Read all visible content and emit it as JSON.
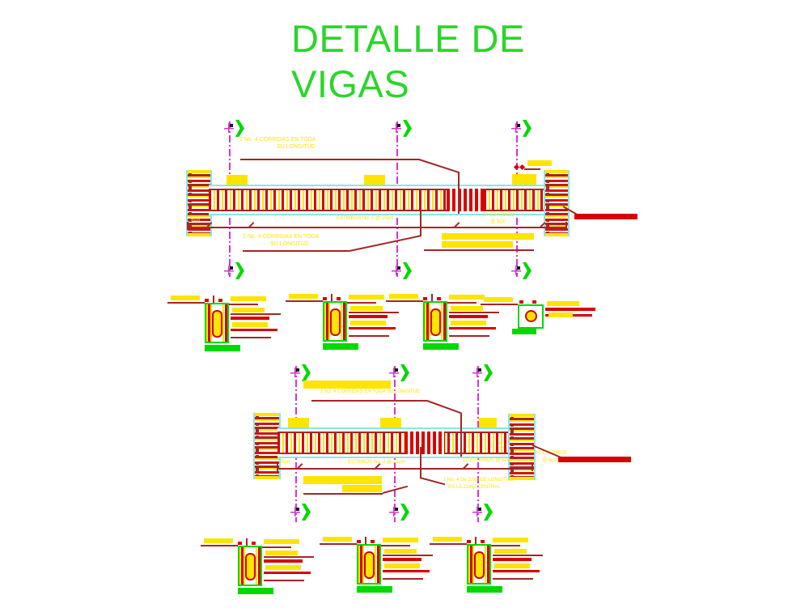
{
  "title": "DETALLE DE\nVIGAS",
  "beam1": {
    "note_top_1": "2 No. 4 CORRIDAS EN TODA",
    "note_top_2": "SU LONGITUD",
    "note_bottom_1": "2 No. 4 CORRIDAS EN TODA",
    "note_bottom_2": "SU LONGITUD",
    "dim_left": "5cm",
    "dim_mid": "ESTRIBOS No. 2 @ 15cm",
    "dim_right_1": "10 ESTRIBOS",
    "dim_right_2": "@ 5cm"
  },
  "beam2": {
    "note_top": "2 No. 4 CORRIDAS EN TODA SU LONGITUD",
    "dim_left": "5cm",
    "dim_mid": "ESTRIBOS No. 2 @ 15cm",
    "dim_inner_right": "10 ESTRIBOS @ 5cm",
    "dim_right_1": "10 ESTRIBOS",
    "dim_right_2": "@ 5cm",
    "note_central_1": "1 No. 4 De 2.0m DE LONGITUD,",
    "note_central_2": "EN LA ZONA CENTRAL"
  },
  "colors": {
    "title_green": "#2bd52b",
    "arrow_green": "#00d900",
    "yellow": "#ffe400",
    "bright_red": "#d80000",
    "dark_red": "#a62626",
    "magenta": "#d633d6",
    "cyan": "#86e8e8"
  }
}
